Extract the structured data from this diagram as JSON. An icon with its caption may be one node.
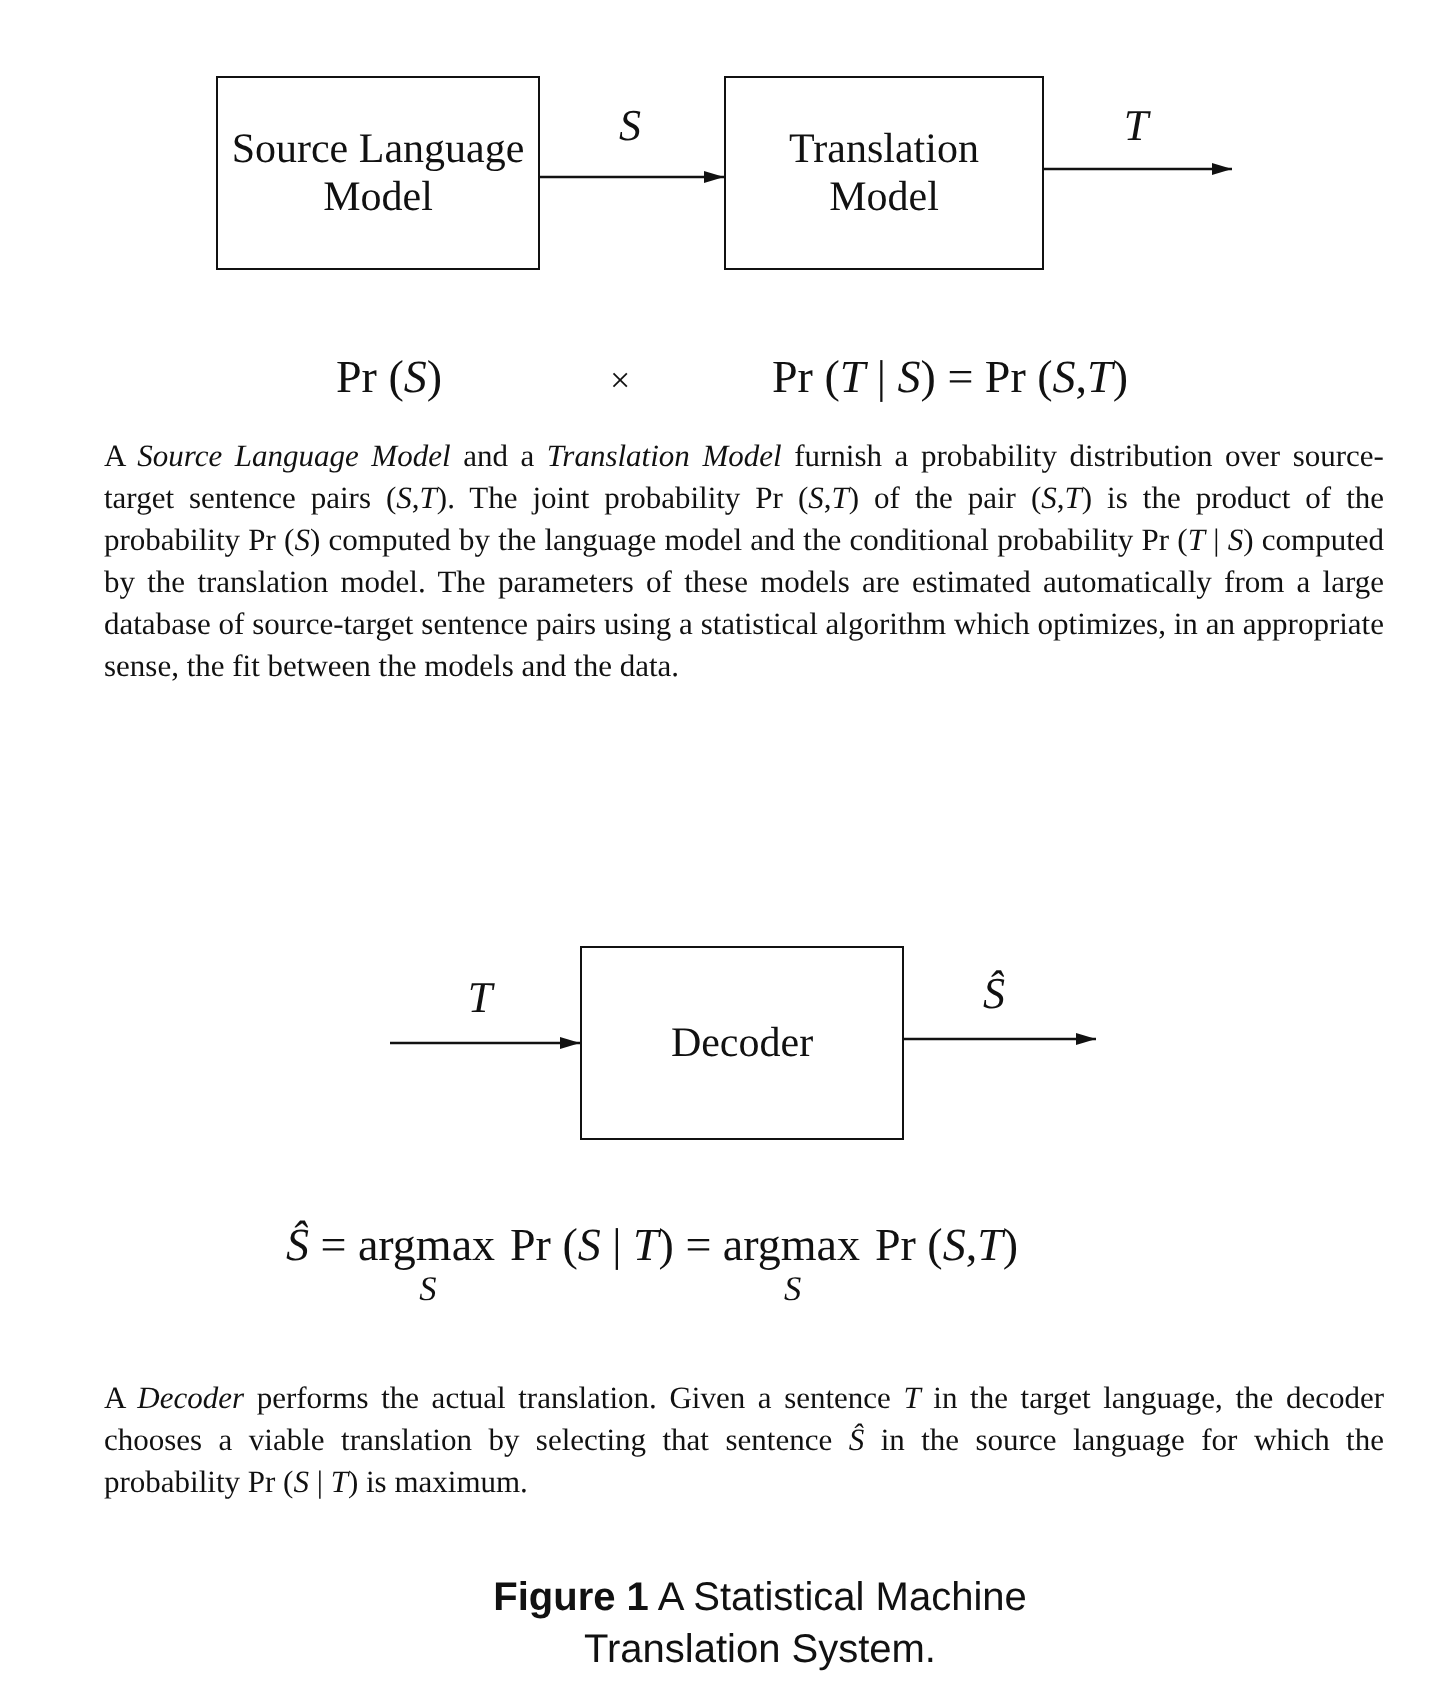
{
  "diagram": {
    "caption": "**Figure 1** A Statistical Machine Translation System.",
    "nodes": [
      {
        "text": [
          "Source Language Model"
        ]
      },
      {
        "text": [
          "Translation Model"
        ]
      },
      {
        "text": [
          "Decoder"
        ]
      }
    ],
    "edges": [
      {
        "from": 0,
        "to": 1,
        "arrow": "to",
        "label": "S"
      },
      {
        "from": 1,
        "to": null,
        "arrow": "to",
        "label": "T"
      },
      {
        "from": null,
        "to": 2,
        "arrow": "to",
        "label": "T"
      },
      {
        "from": 2,
        "to": null,
        "arrow": "to",
        "label": "Ŝ"
      }
    ],
    "labels": [
      "Pr (*S*)",
      "×",
      "Pr (*T* | *S*) = Pr (*S*,*T*)",
      "A *Source Language Model* and a *Translation Model* furnish a probability distribution over source-target sentence pairs (*S*,*T*). The joint probability Pr (*S*,*T*) of the pair (*S*,*T*) is the product of the probability Pr (*S*) computed by the language model and the conditional probability Pr (*T* | *S*) computed by the translation model. The parameters of these models are estimated automatically from a large database of source-target sentence pairs using a statistical algorithm which optimizes, in an appropriate sense, the fit between the models and the data.",
      "*Ŝ* = argmax$_{S}$ Pr (*S* | *T*) = argmax$_{S}$ Pr (*S*,*T*)",
      "A *Decoder* performs the actual translation. Given a sentence *T* in the target language, the decoder chooses a viable translation by selecting that sentence *Ŝ* in the source language for which the probability Pr (*S* | *T*) is maximum."
    ]
  }
}
